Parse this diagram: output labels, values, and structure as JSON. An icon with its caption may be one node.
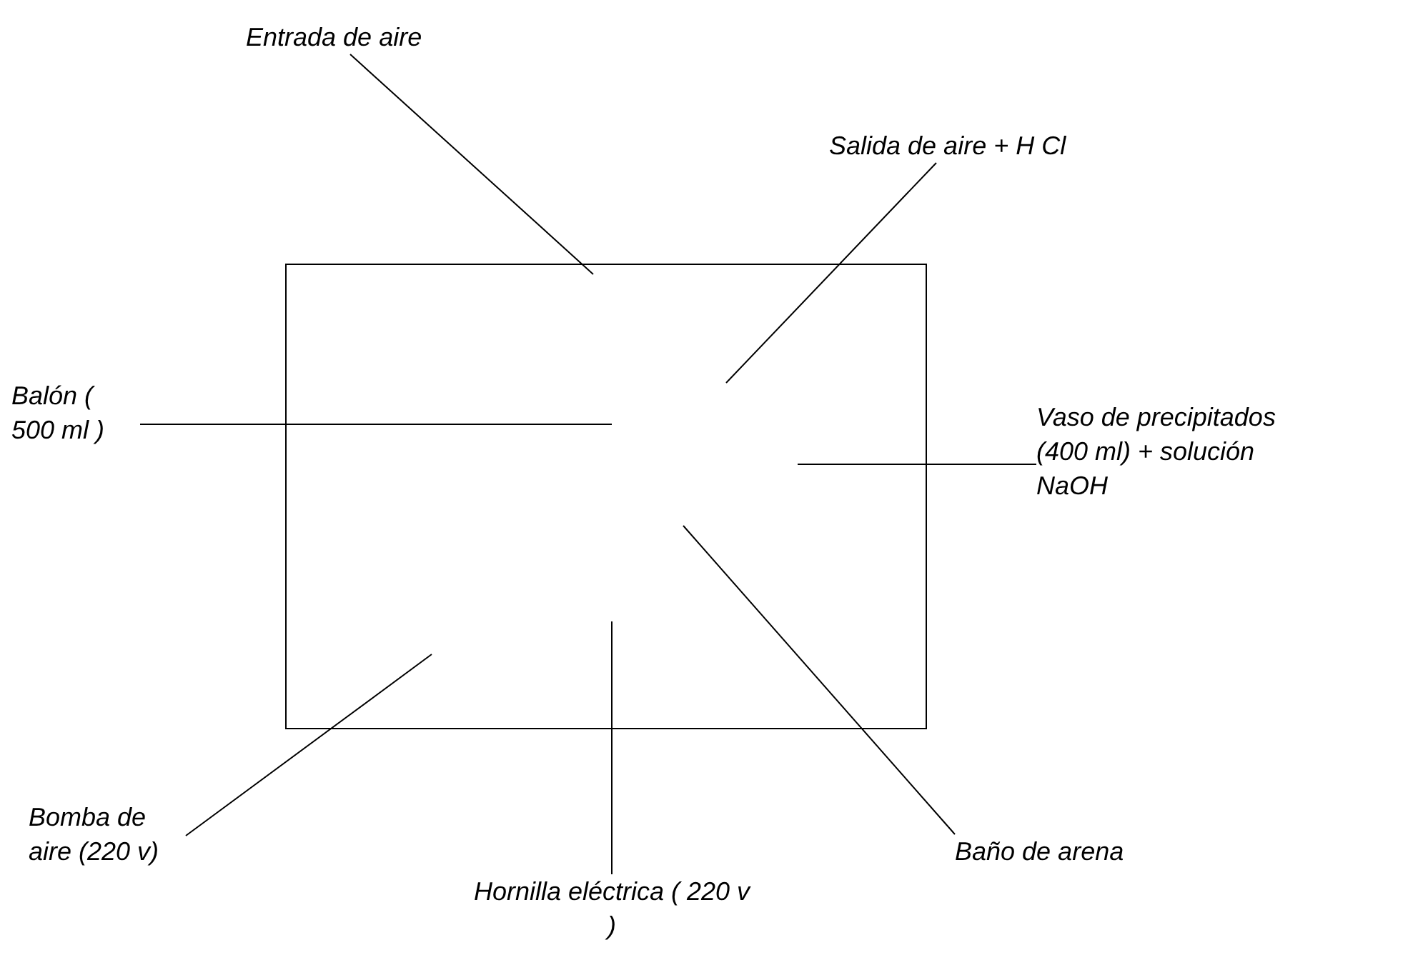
{
  "diagram": {
    "nodes": [
      {
        "text": [],
        "shape": "box"
      },
      {
        "text": [
          "Entrada de aire"
        ]
      },
      {
        "text": [
          "Salida de aire + H Cl"
        ]
      },
      {
        "text": [
          "Balón ( 500 ml )"
        ]
      },
      {
        "text": [
          "Vaso de precipitados (400 ml) + solución NaOH"
        ]
      },
      {
        "text": [
          "Bomba de aire (220 v)"
        ]
      },
      {
        "text": [
          "Hornilla eléctrica ( 220 v )"
        ]
      },
      {
        "text": [
          "Baño de arena"
        ]
      }
    ],
    "edges": [
      {
        "from": 1,
        "to": 0,
        "arrow": "none"
      },
      {
        "from": 2,
        "to": 0,
        "arrow": "none"
      },
      {
        "from": 3,
        "to": 0,
        "arrow": "none"
      },
      {
        "from": 4,
        "to": 0,
        "arrow": "none"
      },
      {
        "from": 5,
        "to": 0,
        "arrow": "none"
      },
      {
        "from": 6,
        "to": 0,
        "arrow": "none"
      },
      {
        "from": 7,
        "to": 0,
        "arrow": "none"
      }
    ]
  }
}
